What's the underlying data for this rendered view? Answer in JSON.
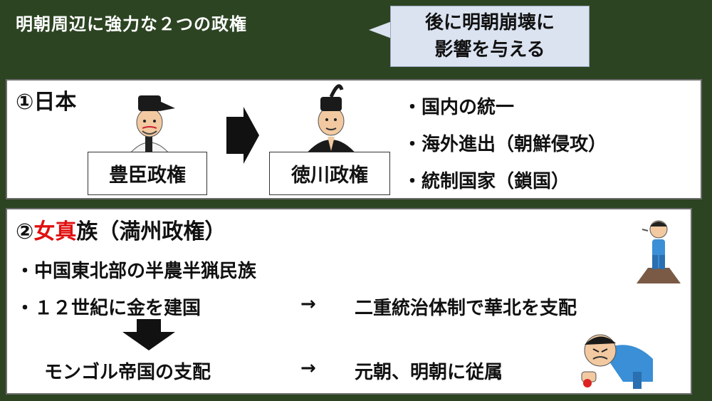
{
  "slide": {
    "title": "明朝周辺に強力な２つの政権",
    "callout": {
      "line1": "後に明朝崩壊に",
      "line2": "影響を与える"
    }
  },
  "japan": {
    "heading": "①日本",
    "box1": "豊臣政権",
    "box2": "徳川政権",
    "bullets": [
      "・国内の統一",
      "・海外進出（朝鮮侵攻）",
      "・統制国家（鎖国）"
    ]
  },
  "jurchen": {
    "heading_prefix": "②",
    "heading_red": "女真",
    "heading_suffix": "族（満州政権）",
    "line1": "・中国東北部の半農半猟民族",
    "line2_left": "・１２世紀に金を建国",
    "line2_arrow": "→",
    "line2_right": "二重統治体制で華北を支配",
    "line3_left": "モンゴル帝国の支配",
    "line3_arrow": "→",
    "line3_right": "元朝、明朝に従属"
  },
  "colors": {
    "background": "#2c4422",
    "callout_bg": "#dbe3f1",
    "accent_red": "#e01010"
  }
}
